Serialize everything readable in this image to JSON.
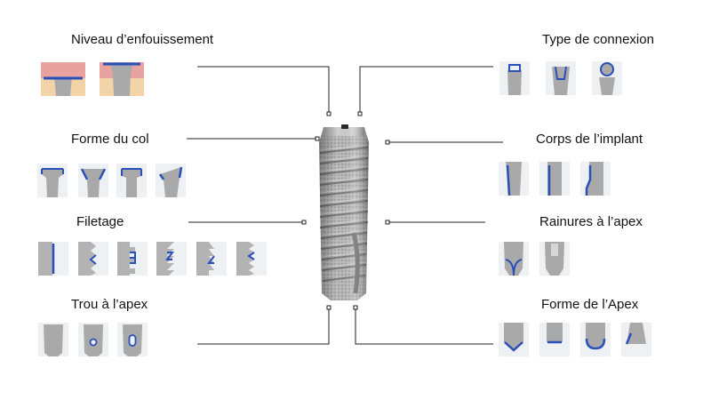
{
  "labels": {
    "niveau": "Niveau d’enfouissement",
    "connexion": "Type de connexion",
    "col": "Forme du col",
    "corps": "Corps de l’implant",
    "filetage": "Filetage",
    "rainures": "Rainures à l’apex",
    "trou": "Trou à l’apex",
    "apex": "Forme de l’Apex"
  },
  "colors": {
    "accent": "#2b4fb8",
    "gum": "#e8a2a0",
    "bone": "#f3d3a8",
    "implant": "#a9a9a9",
    "thumb_bg": "#eef1f4",
    "line": "#222222"
  },
  "icons": {
    "niveau": [
      "bone-level-icon",
      "tissue-level-icon"
    ],
    "connexion": [
      "internal-flat-icon",
      "conical-connection-icon",
      "ball-head-icon"
    ],
    "col": [
      "straight-collar-icon",
      "conical-collar-icon",
      "narrow-collar-icon",
      "angled-collar-icon"
    ],
    "corps": [
      "tapered-body-icon",
      "parallel-body-icon",
      "hybrid-body-icon"
    ],
    "filetage": [
      "no-thread-icon",
      "v-thread-icon",
      "square-thread-icon",
      "buttress-thread-icon",
      "reverse-buttress-icon",
      "micro-thread-icon"
    ],
    "rainures": [
      "apical-grooves-icon",
      "no-grooves-icon"
    ],
    "trou": [
      "no-hole-icon",
      "round-hole-icon",
      "oval-hole-icon"
    ],
    "apex": [
      "pointed-apex-icon",
      "flat-apex-icon",
      "rounded-apex-icon",
      "angled-apex-icon"
    ]
  }
}
